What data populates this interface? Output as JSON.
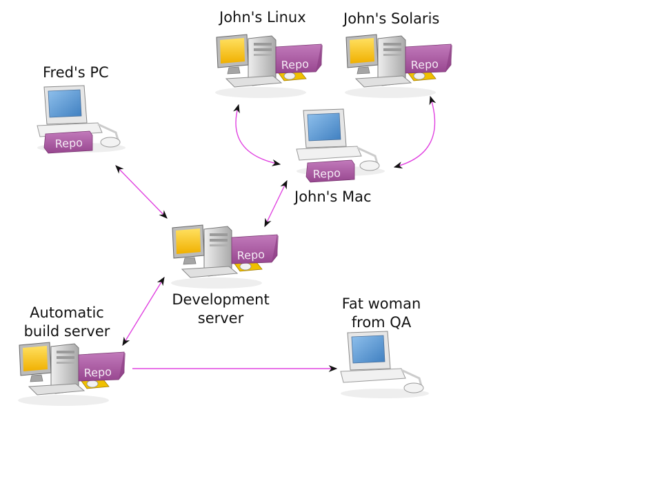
{
  "nodes": {
    "freds_pc": {
      "label": "Fred's PC",
      "repo": "Repo"
    },
    "johns_linux": {
      "label": "John's Linux",
      "repo": "Repo"
    },
    "johns_solaris": {
      "label": "John's Solaris",
      "repo": "Repo"
    },
    "johns_mac": {
      "label": "John's Mac",
      "repo": "Repo"
    },
    "dev_server": {
      "label_line1": "Development",
      "label_line2": "server",
      "repo": "Repo"
    },
    "build_server": {
      "label_line1": "Automatic",
      "label_line2": "build server",
      "repo": "Repo"
    },
    "qa": {
      "label_line1": "Fat woman",
      "label_line2": "from QA"
    }
  },
  "colors": {
    "arrow": "#e040e0",
    "arrowhead": "#111111",
    "repo": "#b060a8",
    "screen_yellow": "#f8c800",
    "screen_blue": "#5a9ad8",
    "case": "#cfcfcf"
  }
}
